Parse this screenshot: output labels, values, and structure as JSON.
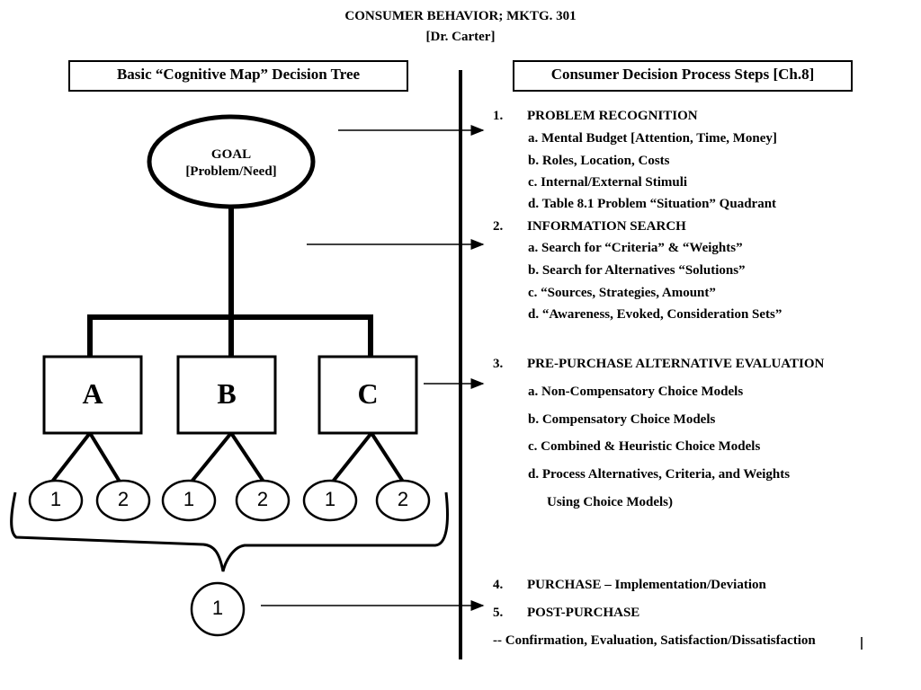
{
  "header": {
    "title": "CONSUMER BEHAVIOR; MKTG. 301",
    "subtitle": "[Dr. Carter]"
  },
  "left_panel": {
    "title": "Basic “Cognitive Map” Decision Tree",
    "goal": {
      "line1": "GOAL",
      "line2": "[Problem/Need]"
    },
    "alternatives": [
      "A",
      "B",
      "C"
    ],
    "leaf_labels": [
      "1",
      "2",
      "1",
      "2",
      "1",
      "2"
    ],
    "final_choice": "1"
  },
  "right_panel": {
    "title": "Consumer Decision Process Steps [Ch.8]",
    "steps": [
      {
        "num": "1.",
        "title": "PROBLEM RECOGNITION",
        "items": [
          "a. Mental Budget [Attention, Time, Money]",
          "b. Roles, Location, Costs",
          "c. Internal/External Stimuli",
          "d. Table 8.1 Problem “Situation” Quadrant"
        ]
      },
      {
        "num": "2.",
        "title": "INFORMATION SEARCH",
        "items": [
          "a. Search for “Criteria” & “Weights”",
          "b. Search for Alternatives “Solutions”",
          "c. “Sources, Strategies, Amount”",
          "d. “Awareness, Evoked, Consideration Sets”"
        ]
      },
      {
        "num": "3.",
        "title": "PRE-PURCHASE ALTERNATIVE EVALUATION",
        "items": [
          "a. Non-Compensatory Choice Models",
          "b. Compensatory Choice Models",
          "c. Combined & Heuristic Choice Models",
          "d. Process Alternatives, Criteria, and Weights",
          "Using Choice Models)"
        ]
      },
      {
        "num": "4.",
        "title": "PURCHASE – Implementation/Deviation",
        "items": []
      },
      {
        "num": "5.",
        "title": "POST-PURCHASE",
        "items": []
      }
    ],
    "footer_line": "-- Confirmation, Evaluation, Satisfaction/Dissatisfaction"
  }
}
